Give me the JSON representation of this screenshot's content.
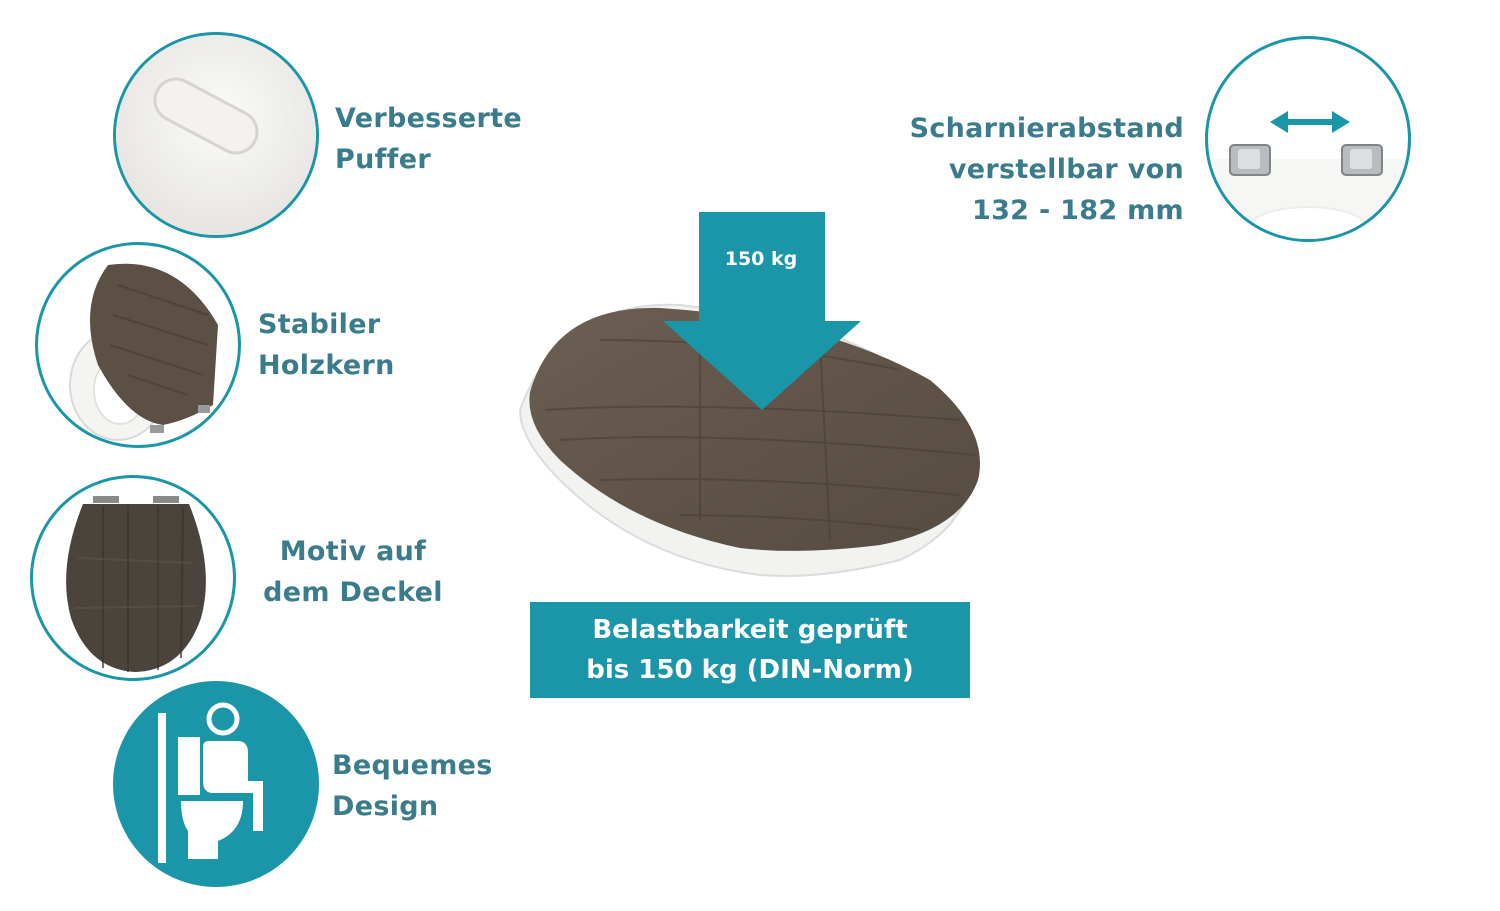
{
  "features": [
    {
      "id": "puffer",
      "lines": [
        "Verbesserte",
        "Puffer"
      ]
    },
    {
      "id": "holzkern",
      "lines": [
        "Stabiler",
        "Holzkern"
      ]
    },
    {
      "id": "motiv",
      "lines": [
        "Motiv auf",
        "dem Deckel"
      ]
    },
    {
      "id": "design",
      "lines": [
        "Bequemes",
        "Design"
      ]
    }
  ],
  "hinge": {
    "lines": [
      "Scharnierabstand",
      "verstellbar von",
      "132 - 182 mm"
    ]
  },
  "load_arrow": {
    "label": "150 kg"
  },
  "banner": {
    "lines": [
      "Belastbarkeit geprüft",
      "bis 150 kg (DIN-Norm)"
    ]
  },
  "colors": {
    "accent": "#1a96a8",
    "text": "#3a7b8c",
    "wood": "#5f5349"
  },
  "icons": [
    "buffer-icon",
    "seat-open-icon",
    "seat-lid-icon",
    "seated-person-icon",
    "hinge-icon",
    "double-arrow-icon",
    "down-arrow-icon"
  ]
}
